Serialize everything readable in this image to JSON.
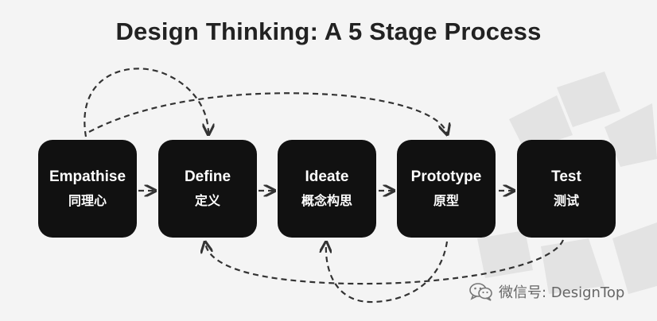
{
  "title": "Design Thinking: A 5 Stage Process",
  "stages": [
    {
      "en": "Empathise",
      "zh": "同理心"
    },
    {
      "en": "Define",
      "zh": "定义"
    },
    {
      "en": "Ideate",
      "zh": "概念构思"
    },
    {
      "en": "Prototype",
      "zh": "原型"
    },
    {
      "en": "Test",
      "zh": "测试"
    }
  ],
  "watermark": {
    "text": "微信号: DesignTop",
    "icon": "wechat-icon"
  },
  "colors": {
    "box": "#111111",
    "text_on_box": "#ffffff",
    "arrow": "#333333",
    "background": "#f4f4f4"
  }
}
